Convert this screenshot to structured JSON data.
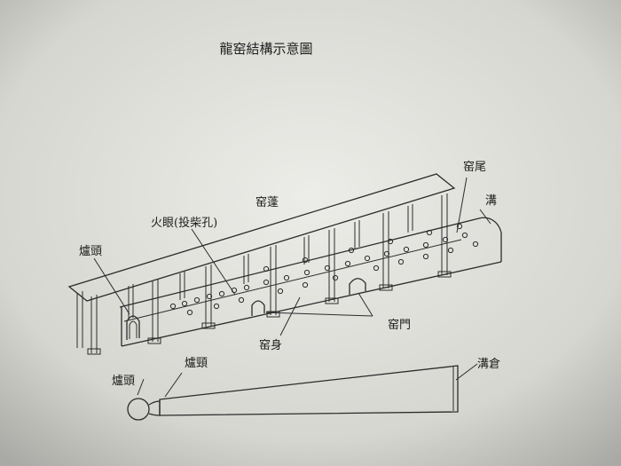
{
  "title": "龍窑結構示意圖",
  "labels": {
    "kiln_tail": "窑尾",
    "trench": "溝",
    "kiln_roof": "窑蓬",
    "fire_eye": "火眼(投柴孔)",
    "furnace_head": "爐頭",
    "kiln_door": "窑門",
    "kiln_body": "窑身",
    "furnace_neck": "爐頸",
    "plan_furnace_head": "爐頭",
    "trench_bin": "溝倉"
  },
  "colors": {
    "paper": "#d9d9d4",
    "ink": "#2b2b2b"
  }
}
